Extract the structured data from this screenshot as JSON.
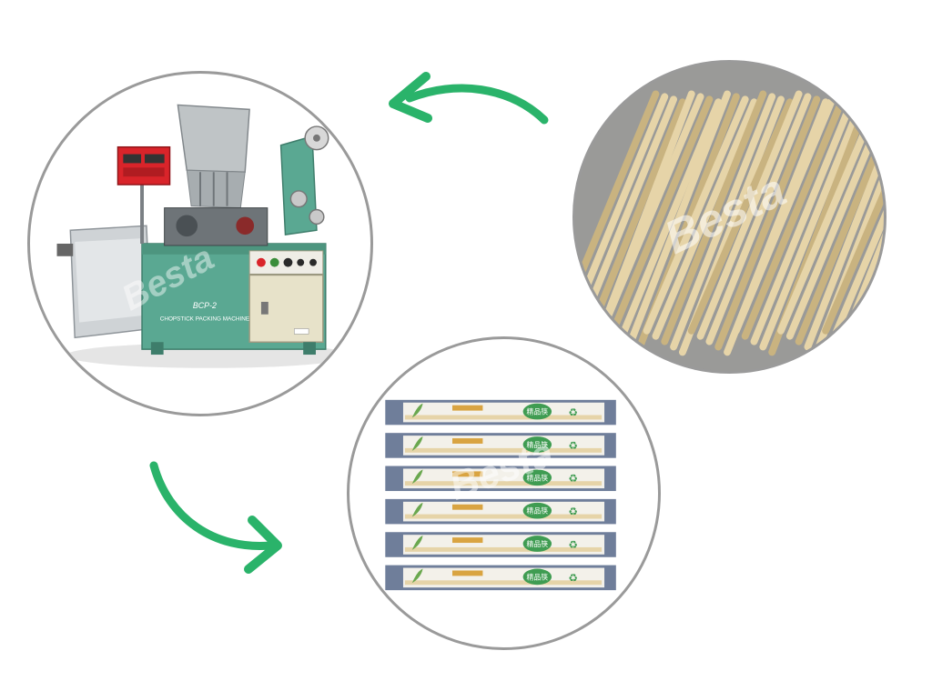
{
  "colors": {
    "arrow": "#2ab36a",
    "machine_body": "#5aa892",
    "machine_steel": "#c8cccc",
    "panel_red": "#d9242a",
    "bamboo": "#e6d4a8",
    "bamboo_shadow": "#c9b380",
    "wrap_blue": "#6f7e9a",
    "circle_border": "#9a9a9a"
  },
  "machine": {
    "model_label": "BCP-2",
    "name_label": "CHOPSTICK PACKING MACHINE"
  },
  "watermark": {
    "brand": "Besta"
  },
  "packs": {
    "count": 6,
    "badge_label": "精品筷"
  },
  "icons": {
    "arrow_top": "curved-arrow-left-icon",
    "arrow_bottom": "curved-arrow-right-icon"
  }
}
